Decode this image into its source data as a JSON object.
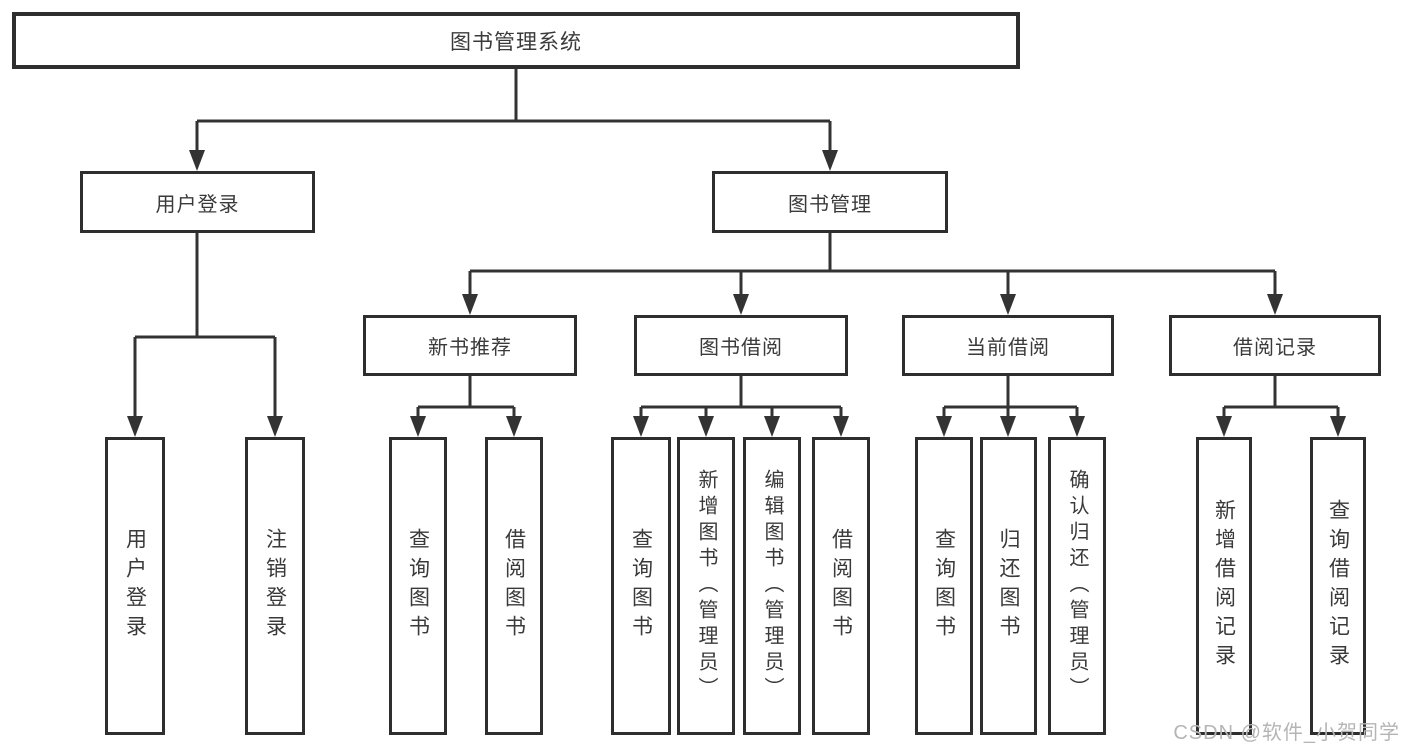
{
  "diagram": {
    "title": "图书管理系统",
    "branches": [
      {
        "label": "用户登录",
        "children": [
          {
            "label": "用户登录"
          },
          {
            "label": "注销登录"
          }
        ]
      },
      {
        "label": "图书管理",
        "children": [
          {
            "label": "新书推荐",
            "children": [
              {
                "label": "查询图书"
              },
              {
                "label": "借阅图书"
              }
            ]
          },
          {
            "label": "图书借阅",
            "children": [
              {
                "label": "查询图书"
              },
              {
                "label": "新增图书（管理员）"
              },
              {
                "label": "编辑图书（管理员）"
              },
              {
                "label": "借阅图书"
              }
            ]
          },
          {
            "label": "当前借阅",
            "children": [
              {
                "label": "查询图书"
              },
              {
                "label": "归还图书"
              },
              {
                "label": "确认归还（管理员）"
              }
            ]
          },
          {
            "label": "借阅记录",
            "children": [
              {
                "label": "新增借阅记录"
              },
              {
                "label": "查询借阅记录"
              }
            ]
          }
        ]
      }
    ]
  },
  "watermark": "CSDN @软件_小贺同学",
  "colors": {
    "line": "#333333",
    "box_border": "#2e2e2e",
    "text": "#3a3a3a",
    "watermark": "#b5b5b5",
    "background": "#ffffff"
  }
}
